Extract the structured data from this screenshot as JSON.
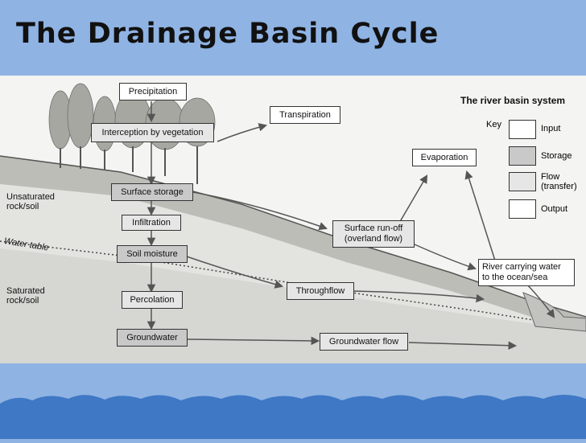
{
  "slide": {
    "title": "The Drainage Basin Cycle"
  },
  "diagram": {
    "system_title": "The river basin system",
    "boxes": {
      "precipitation": "Precipitation",
      "interception": "Interception by vegetation",
      "surface_storage": "Surface storage",
      "infiltration": "Infiltration",
      "soil_moisture": "Soil moisture",
      "percolation": "Percolation",
      "groundwater": "Groundwater",
      "transpiration": "Transpiration",
      "evaporation": "Evaporation",
      "surface_runoff": "Surface run-off (overland flow)",
      "throughflow": "Throughflow",
      "groundwater_flow": "Groundwater flow",
      "river": "River carrying water to the ocean/sea"
    },
    "side_labels": {
      "unsaturated": "Unsaturated rock/soil",
      "water_table": "Water table",
      "saturated": "Saturated rock/soil"
    },
    "key": {
      "label": "Key",
      "input": "Input",
      "storage": "Storage",
      "flow": "Flow (transfer)",
      "output": "Output"
    }
  },
  "colors": {
    "background_blue": "#8fb3e3",
    "storage_fill": "#c9c9c9",
    "flow_fill": "#e6e6e6"
  }
}
